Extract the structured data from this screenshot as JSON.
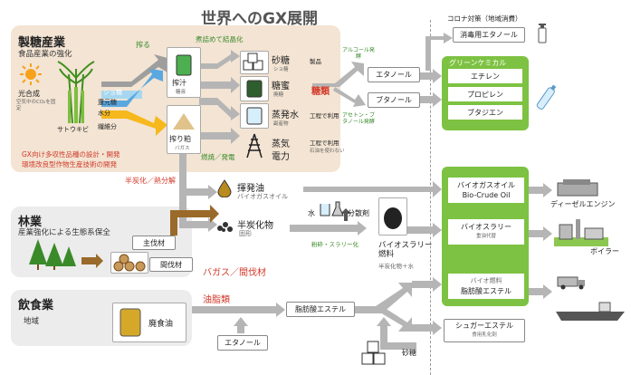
{
  "title": "世界へのGX展開",
  "covid": {
    "label": "コロナ対策（地域消費）",
    "ethanol_box": "消毒用エタノール"
  },
  "green_chem": {
    "label": "グリーンケミカル",
    "items": [
      "エチレン",
      "プロピレン",
      "ブタジエン"
    ]
  },
  "sugar_industry": {
    "title": "製糖産業",
    "subtitle": "食品産業の強化",
    "photosynthesis": "光合成",
    "co2_note": "空気中のCO₂を固定",
    "cane": "サトウキビ",
    "note1": "GX向け多収性品種の設計・開発",
    "note2": "環境改良型作物生産技術の開発",
    "components": [
      "ショ糖",
      "還元糖",
      "水分",
      "繊維分"
    ],
    "squeeze": "搾る",
    "boil": "煮詰めて結晶化",
    "juice": "搾汁",
    "juice_sub": "糖液",
    "bagasse": "搾り粕",
    "bagasse_sub": "バガス",
    "sugar": "砂糖",
    "sugar_sub": "ショ糖",
    "product": "製品",
    "molasses": "糖蜜",
    "molasses_sub": "廃糖",
    "evap": "蒸発水",
    "evap_sub": "副産物",
    "steam": "蒸気",
    "steam2": "電力",
    "process_use": "工程で利用",
    "process_use2": "工程で利用",
    "no_oil": "石油を使わない",
    "burn": "燃焼／発電",
    "sugars": "糖類",
    "alcohol_ferm": "アルコール発酵",
    "acetone_ferm": "アセトン・ブタノール発酵"
  },
  "ethanol": "エタノール",
  "butanol": "ブタノール",
  "semi_carb": "半炭化／熱分解",
  "volatile": "揮発油",
  "volatile_sub": "バイオガスオイル",
  "semi_carbide": "半炭化物",
  "semi_carbide_sub": "固形",
  "water": "水",
  "disperse": "分散剤",
  "grind": "粉砕・スラリー化",
  "slurry_fuel": "バイオスラリー燃料",
  "slurry_fuel_sub": "半炭化物＋水",
  "forestry": {
    "title": "林業",
    "subtitle": "産業強化による生態系保全",
    "main": "主伐材",
    "thin": "間伐材"
  },
  "bagasse_thin": "バガス／間伐材",
  "outputs": {
    "biogas_oil": "バイオガスオイル",
    "bio_crude": "Bio-Crude Oil",
    "bio_slurry": "バイオスラリー",
    "bio_slurry_sub": "重油代替",
    "bio_fuel": "バイオ燃料",
    "bio_fuel2": "脂肪酸エステル"
  },
  "diesel": "ディーゼルエンジン",
  "boiler": "ボイラー",
  "food": {
    "title": "飲食業",
    "subtitle": "地域",
    "waste_oil": "廃食油"
  },
  "fats": "油脂類",
  "fatty_ester": "脂肪酸エステル",
  "ethanol2": "エタノール",
  "sugar_ester": "シュガーエステル",
  "sugar_ester_sub": "食用乳化剤",
  "sugar2": "砂糖",
  "colors": {
    "green": "#7dc242",
    "arrow_grey": "#b5b5b5",
    "beige": "#f3e4d3",
    "red": "#d23a2a",
    "brown": "#9a6a2a",
    "blue": "#5aa8e0",
    "yellow": "#f6b81c"
  }
}
